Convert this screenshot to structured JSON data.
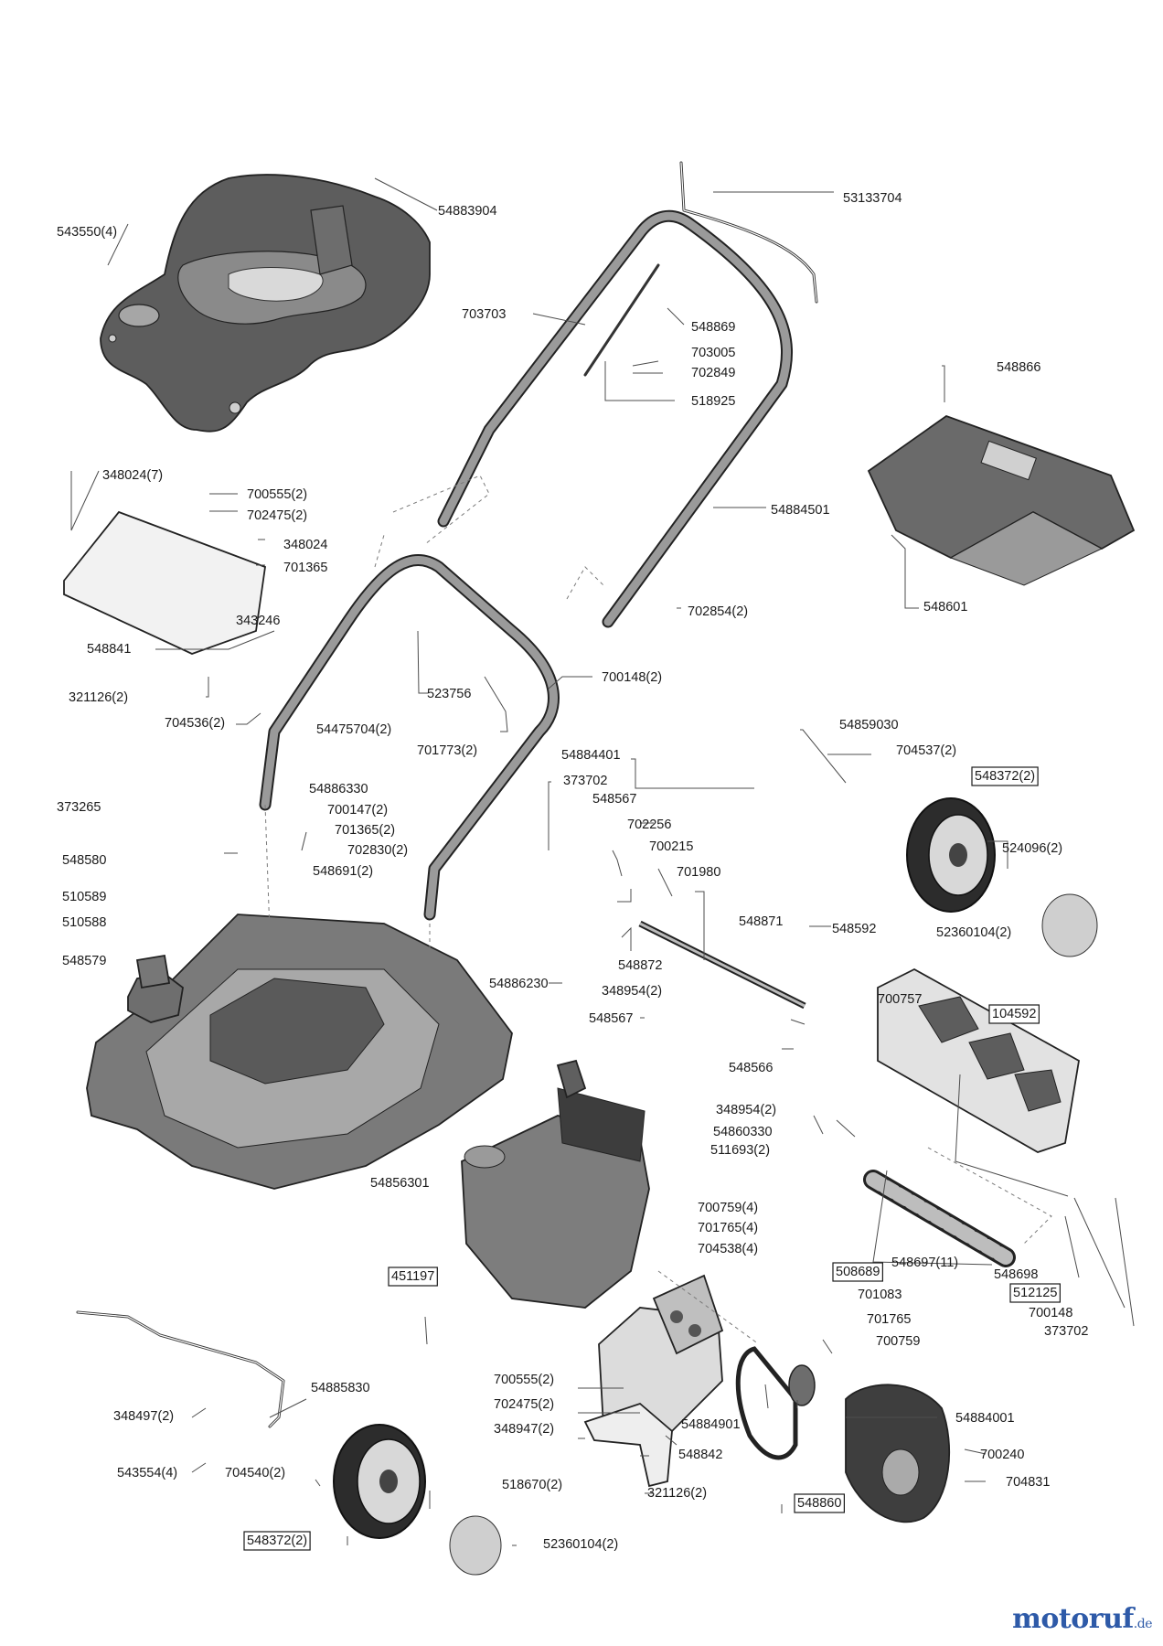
{
  "labels": [
    {
      "id": "54883904",
      "text": "54883904"
    },
    {
      "id": "543550",
      "text": "543550(4)"
    },
    {
      "id": "53133704",
      "text": "53133704"
    },
    {
      "id": "703703",
      "text": "703703"
    },
    {
      "id": "548869",
      "text": "548869"
    },
    {
      "id": "703005",
      "text": "703005"
    },
    {
      "id": "702849",
      "text": "702849"
    },
    {
      "id": "518925",
      "text": "518925"
    },
    {
      "id": "548866",
      "text": "548866"
    },
    {
      "id": "54884501",
      "text": "54884501"
    },
    {
      "id": "348024_7",
      "text": "348024(7)"
    },
    {
      "id": "700555_top",
      "text": "700555(2)"
    },
    {
      "id": "702475_top",
      "text": "702475(2)"
    },
    {
      "id": "348024",
      "text": "348024"
    },
    {
      "id": "701365",
      "text": "701365"
    },
    {
      "id": "548601",
      "text": "548601"
    },
    {
      "id": "343246",
      "text": "343246"
    },
    {
      "id": "702854",
      "text": "702854(2)"
    },
    {
      "id": "548841",
      "text": "548841"
    },
    {
      "id": "700148_2",
      "text": "700148(2)"
    },
    {
      "id": "523756",
      "text": "523756"
    },
    {
      "id": "321126_top",
      "text": "321126(2)"
    },
    {
      "id": "704536",
      "text": "704536(2)"
    },
    {
      "id": "54475704",
      "text": "54475704(2)"
    },
    {
      "id": "701773",
      "text": "701773(2)"
    },
    {
      "id": "54884401",
      "text": "54884401"
    },
    {
      "id": "54859030",
      "text": "54859030"
    },
    {
      "id": "704537",
      "text": "704537(2)"
    },
    {
      "id": "548372_right",
      "text": "548372(2)"
    },
    {
      "id": "373265",
      "text": "373265"
    },
    {
      "id": "54886330",
      "text": "54886330"
    },
    {
      "id": "373702_mid",
      "text": "373702"
    },
    {
      "id": "548567_top",
      "text": "548567"
    },
    {
      "id": "700147",
      "text": "700147(2)"
    },
    {
      "id": "701365_2",
      "text": "701365(2)"
    },
    {
      "id": "702830",
      "text": "702830(2)"
    },
    {
      "id": "702256",
      "text": "702256"
    },
    {
      "id": "548580",
      "text": "548580"
    },
    {
      "id": "548691",
      "text": "548691(2)"
    },
    {
      "id": "700215",
      "text": "700215"
    },
    {
      "id": "524096",
      "text": "524096(2)"
    },
    {
      "id": "701980",
      "text": "701980"
    },
    {
      "id": "510589",
      "text": "510589"
    },
    {
      "id": "510588",
      "text": "510588"
    },
    {
      "id": "548871",
      "text": "548871"
    },
    {
      "id": "548592",
      "text": "548592"
    },
    {
      "id": "52360104_right",
      "text": "52360104(2)"
    },
    {
      "id": "548579",
      "text": "548579"
    },
    {
      "id": "548872",
      "text": "548872"
    },
    {
      "id": "54886230",
      "text": "54886230"
    },
    {
      "id": "348954_mid",
      "text": "348954(2)"
    },
    {
      "id": "700757",
      "text": "700757"
    },
    {
      "id": "104592",
      "text": "104592"
    },
    {
      "id": "548567_bottom",
      "text": "548567"
    },
    {
      "id": "548566",
      "text": "548566"
    },
    {
      "id": "348954_low",
      "text": "348954(2)"
    },
    {
      "id": "54860330",
      "text": "54860330"
    },
    {
      "id": "511693",
      "text": "511693(2)"
    },
    {
      "id": "54856301",
      "text": "54856301"
    },
    {
      "id": "700759_4",
      "text": "700759(4)"
    },
    {
      "id": "701765_4",
      "text": "701765(4)"
    },
    {
      "id": "704538",
      "text": "704538(4)"
    },
    {
      "id": "548697",
      "text": "548697(11)"
    },
    {
      "id": "548698",
      "text": "548698"
    },
    {
      "id": "512125",
      "text": "512125"
    },
    {
      "id": "700148",
      "text": "700148"
    },
    {
      "id": "373702_right",
      "text": "373702"
    },
    {
      "id": "451197",
      "text": "451197"
    },
    {
      "id": "508689",
      "text": "508689"
    },
    {
      "id": "701083",
      "text": "701083"
    },
    {
      "id": "701765",
      "text": "701765"
    },
    {
      "id": "700759",
      "text": "700759"
    },
    {
      "id": "700555_low",
      "text": "700555(2)"
    },
    {
      "id": "702475_low",
      "text": "702475(2)"
    },
    {
      "id": "348947",
      "text": "348947(2)"
    },
    {
      "id": "54885830",
      "text": "54885830"
    },
    {
      "id": "348497",
      "text": "348497(2)"
    },
    {
      "id": "54884901",
      "text": "54884901"
    },
    {
      "id": "54884001",
      "text": "54884001"
    },
    {
      "id": "548842",
      "text": "548842"
    },
    {
      "id": "700240",
      "text": "700240"
    },
    {
      "id": "543554",
      "text": "543554(4)"
    },
    {
      "id": "704540",
      "text": "704540(2)"
    },
    {
      "id": "518670",
      "text": "518670(2)"
    },
    {
      "id": "704831",
      "text": "704831"
    },
    {
      "id": "321126_low",
      "text": "321126(2)"
    },
    {
      "id": "548860",
      "text": "548860"
    },
    {
      "id": "548372_left",
      "text": "548372(2)"
    },
    {
      "id": "52360104_left",
      "text": "52360104(2)"
    }
  ],
  "watermark": {
    "brand": "motoruf",
    "tld": ".de"
  }
}
